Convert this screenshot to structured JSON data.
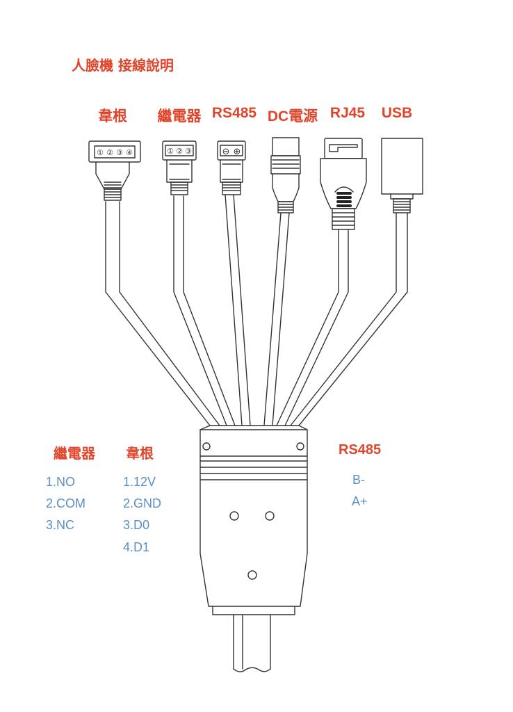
{
  "title": "人臉機 接線說明",
  "connectors": [
    "韋根",
    "繼電器",
    "RS485",
    "DC電源",
    "RJ45",
    "USB"
  ],
  "plug_pins": {
    "wiegand": [
      "①",
      "②",
      "③",
      "④"
    ],
    "relay": [
      "①",
      "②",
      "③"
    ],
    "rs485": [
      "⊖",
      "⊕"
    ]
  },
  "relay": {
    "heading": "繼電器",
    "pins": [
      "1.NO",
      "2.COM",
      "3.NC"
    ]
  },
  "wiegand": {
    "heading": "韋根",
    "pins": [
      "1.12V",
      "2.GND",
      "3.D0",
      "4.D1"
    ]
  },
  "rs485": {
    "heading": "RS485",
    "pins": [
      "B-",
      "A+"
    ]
  },
  "colors": {
    "label": "#e0452b",
    "pin_text": "#5b8fc9",
    "line": "#333333"
  }
}
